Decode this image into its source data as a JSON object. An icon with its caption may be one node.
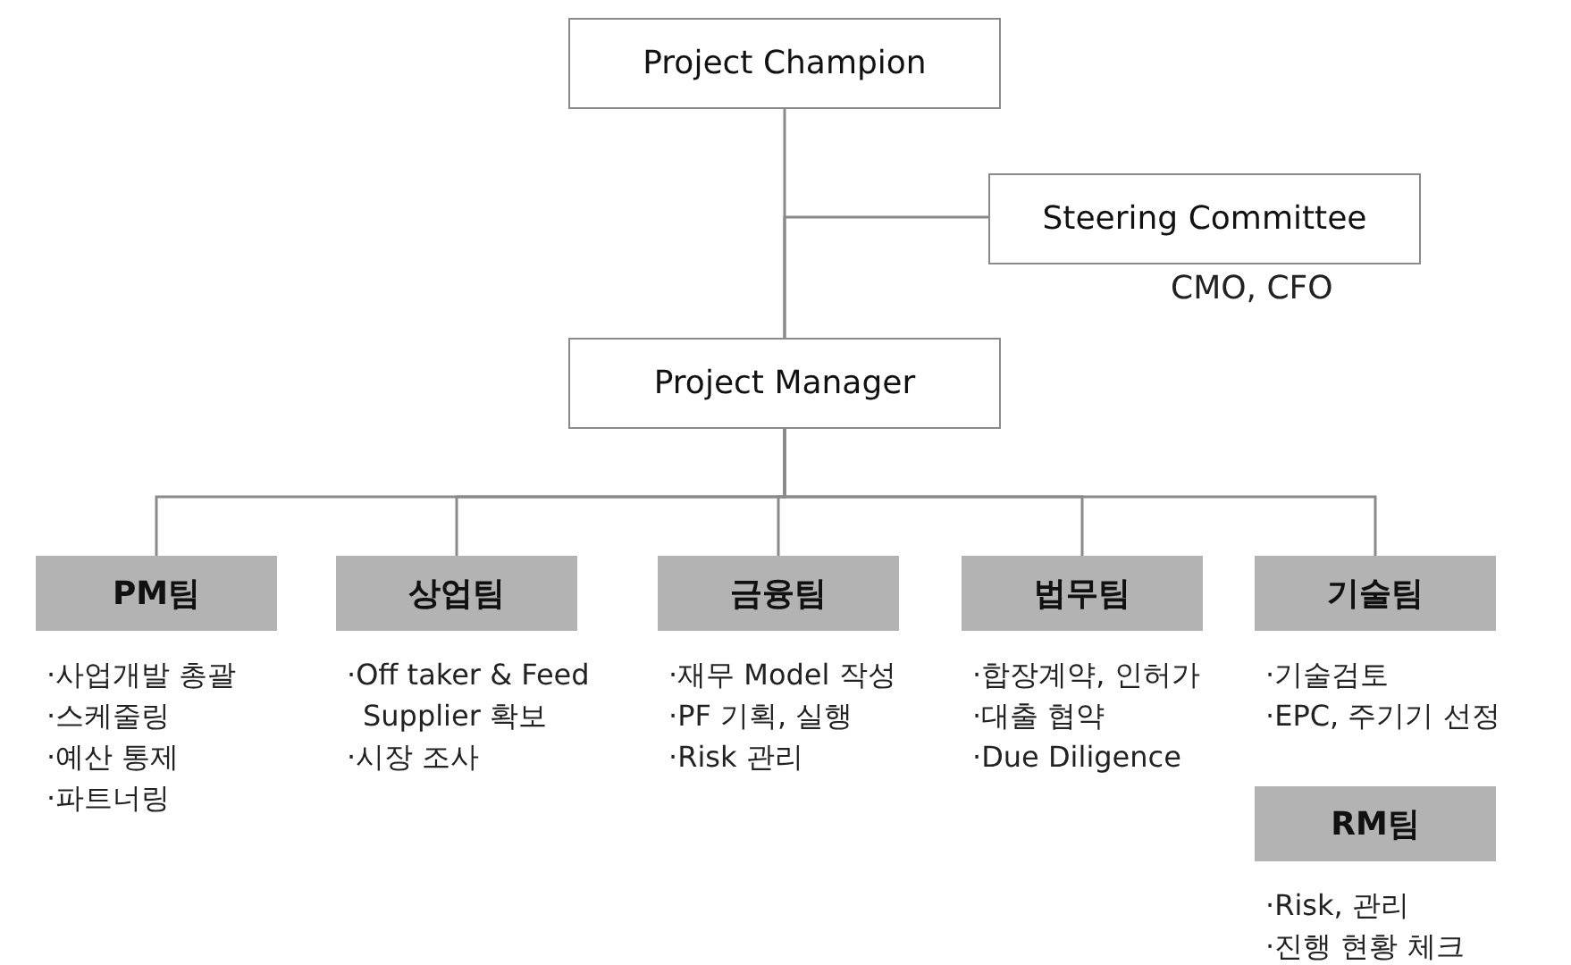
{
  "diagram": {
    "nodes": [
      {
        "text": [
          "Project Champion"
        ]
      },
      {
        "text": [
          "Steering Committee"
        ],
        "beside": [
          "CMO, CFO"
        ]
      },
      {
        "text": [
          "Project Manager"
        ]
      },
      {
        "text": [
          "PM팀"
        ],
        "beside": [
          "·사업개발 총괄",
          "·스케줄링",
          "·예산 통제",
          "·파트너링"
        ]
      },
      {
        "text": [
          "상업팀"
        ],
        "beside": [
          "·Off taker & Feed Supplier 확보",
          "·시장 조사"
        ]
      },
      {
        "text": [
          "금융팀"
        ],
        "beside": [
          "·재무 Model 작성",
          "·PF 기획, 실행",
          "·Risk 관리"
        ]
      },
      {
        "text": [
          "법무팀"
        ],
        "beside": [
          "·합장계약, 인허가",
          "·대출 협약",
          "·Due Diligence"
        ]
      },
      {
        "text": [
          "기술팀"
        ],
        "beside": [
          "·기술검토",
          "·EPC, 주기기 선정"
        ]
      },
      {
        "text": [
          "RM팀"
        ],
        "beside": [
          "·Risk, 관리",
          "·진행 현황 체크"
        ]
      }
    ],
    "edges": [
      {
        "from": 0,
        "to": 2,
        "arrow": "none"
      },
      {
        "from": 1,
        "to": 2,
        "arrow": "none"
      },
      {
        "from": 2,
        "to": 3,
        "arrow": "none"
      },
      {
        "from": 2,
        "to": 4,
        "arrow": "none"
      },
      {
        "from": 2,
        "to": 5,
        "arrow": "none"
      },
      {
        "from": 2,
        "to": 6,
        "arrow": "none"
      },
      {
        "from": 2,
        "to": 7,
        "arrow": "none"
      }
    ]
  }
}
